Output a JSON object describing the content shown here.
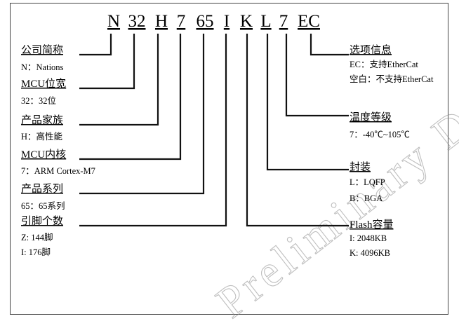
{
  "code_segments": [
    "N",
    "32",
    "H",
    "7",
    "65",
    "I",
    "K",
    "L",
    "7",
    "EC"
  ],
  "fields": {
    "company": {
      "title": "公司简称",
      "lines": [
        "N：Nations"
      ]
    },
    "mcu_width": {
      "title": "MCU位宽",
      "lines": [
        "32：32位"
      ]
    },
    "family": {
      "title": "产品家族",
      "lines": [
        "H：高性能"
      ]
    },
    "core": {
      "title": "MCU内核",
      "lines": [
        "7：ARM Cortex-M7"
      ]
    },
    "series": {
      "title": "产品系列",
      "lines": [
        "65：65系列"
      ]
    },
    "pins": {
      "title": "引脚个数",
      "lines": [
        "Z: 144脚",
        "I: 176脚"
      ]
    },
    "options": {
      "title": "选项信息",
      "lines": [
        "EC：支持EtherCat",
        "空白：不支持EtherCat"
      ]
    },
    "temperature": {
      "title": "温度等级",
      "lines": [
        "7：-40℃~105℃"
      ]
    },
    "package": {
      "title": "封装",
      "lines": [
        "L：LQFP",
        "B：BGA"
      ]
    },
    "flash": {
      "title": "Flash容量",
      "lines": [
        "I: 2048KB",
        "K: 4096KB"
      ]
    }
  },
  "watermark": "Preliminary Datasheet",
  "colors": {
    "line": "#111111",
    "border": "#444444",
    "watermark": "#8a8a8a"
  }
}
